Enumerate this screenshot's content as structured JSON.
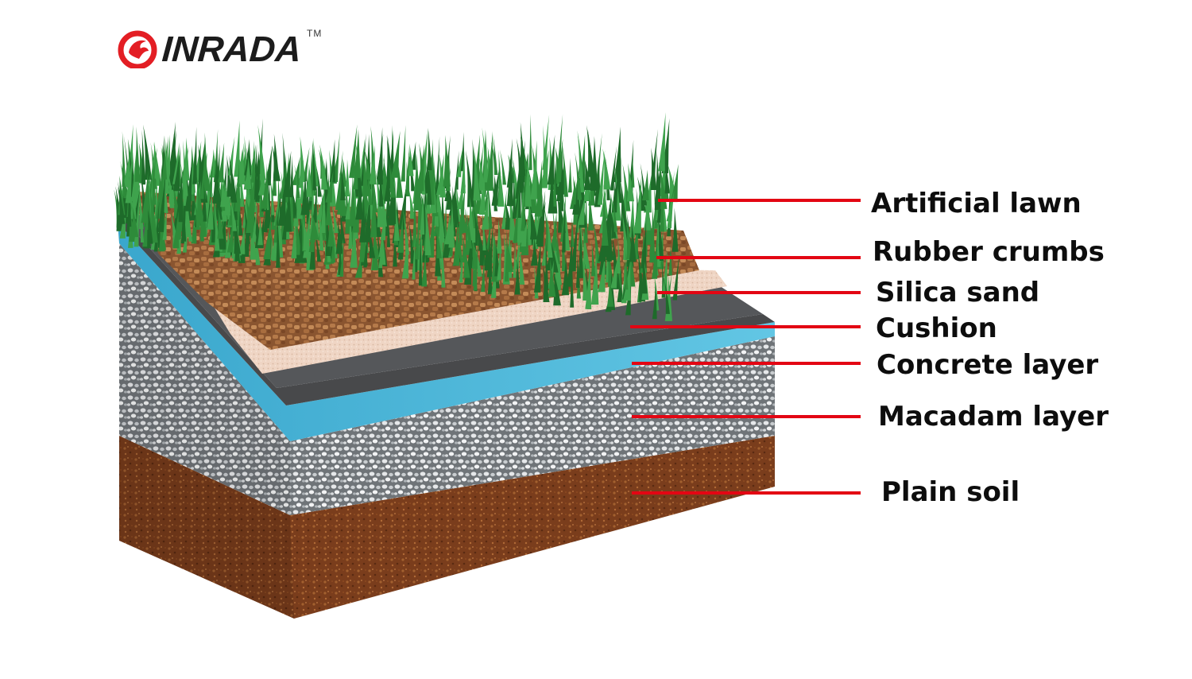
{
  "logo": {
    "text": "INRADA",
    "trademark": "TM"
  },
  "colors": {
    "leader_line": "#e30613",
    "grass_dark": "#1e6b2a",
    "grass_light": "#3fa34d",
    "rubber": "#a0683d",
    "sand": "#efd5c4",
    "cushion": "#48494b",
    "concrete_blue": "#4cb8d8",
    "macadam": "#b8bcc0",
    "soil": "#7a3d1c",
    "logo_red": "#e31e24"
  },
  "layers": [
    {
      "label": "Artificial lawn"
    },
    {
      "label": "Rubber crumbs"
    },
    {
      "label": "Silica sand"
    },
    {
      "label": "Cushion"
    },
    {
      "label": "Concrete layer"
    },
    {
      "label": "Macadam layer"
    },
    {
      "label": "Plain soil"
    }
  ]
}
